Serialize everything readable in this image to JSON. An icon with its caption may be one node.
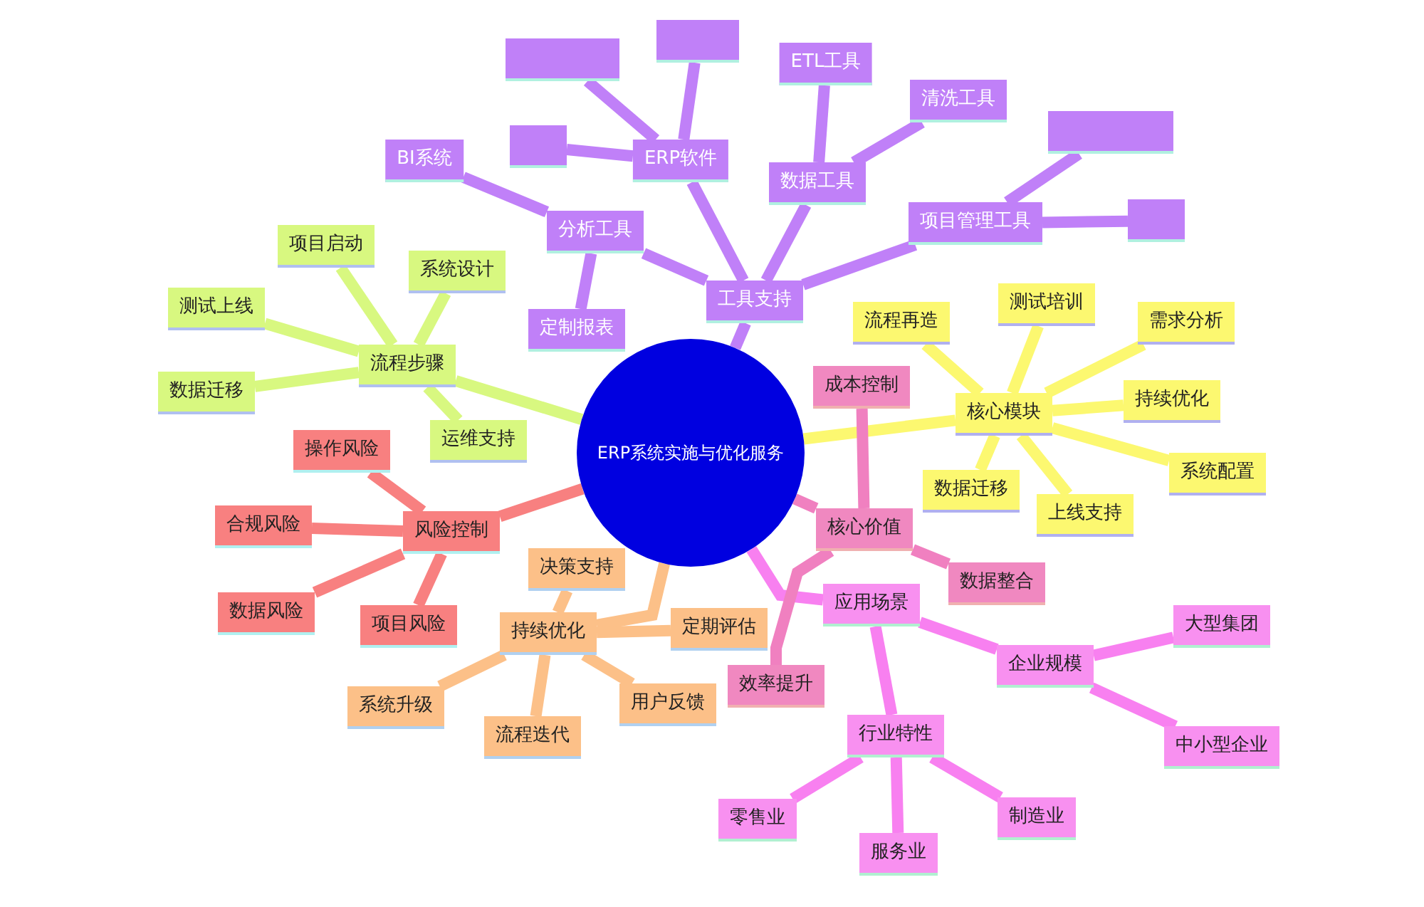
{
  "diagram": {
    "nodes": [
      {
        "text": [
          "ERP系统实施与优化服务"
        ]
      },
      {
        "text": [
          "工具支持"
        ]
      },
      {
        "text": [
          "分析工具"
        ]
      },
      {
        "text": [
          "BI系统"
        ]
      },
      {
        "text": [
          "定制报表"
        ]
      },
      {
        "text": [
          "ERP软件"
        ]
      },
      {
        "text": [],
        "shape": "box"
      },
      {
        "text": [],
        "shape": "box"
      },
      {
        "text": [],
        "shape": "box"
      },
      {
        "text": [
          "数据工具"
        ]
      },
      {
        "text": [
          "ETL工具"
        ]
      },
      {
        "text": [
          "清洗工具"
        ]
      },
      {
        "text": [
          "项目管理工具"
        ]
      },
      {
        "text": [],
        "shape": "box"
      },
      {
        "text": [],
        "shape": "box"
      },
      {
        "text": [
          "流程步骤"
        ]
      },
      {
        "text": [
          "项目启动"
        ]
      },
      {
        "text": [
          "系统设计"
        ]
      },
      {
        "text": [
          "测试上线"
        ]
      },
      {
        "text": [
          "数据迁移"
        ]
      },
      {
        "text": [
          "运维支持"
        ]
      },
      {
        "text": [
          "核心模块"
        ]
      },
      {
        "text": [
          "流程再造"
        ]
      },
      {
        "text": [
          "测试培训"
        ]
      },
      {
        "text": [
          "需求分析"
        ]
      },
      {
        "text": [
          "持续优化"
        ]
      },
      {
        "text": [
          "系统配置"
        ]
      },
      {
        "text": [
          "数据迁移"
        ]
      },
      {
        "text": [
          "上线支持"
        ]
      },
      {
        "text": [
          "风险控制"
        ]
      },
      {
        "text": [
          "操作风险"
        ]
      },
      {
        "text": [
          "合规风险"
        ]
      },
      {
        "text": [
          "数据风险"
        ]
      },
      {
        "text": [
          "项目风险"
        ]
      },
      {
        "text": [
          "持续优化"
        ]
      },
      {
        "text": [
          "决策支持"
        ]
      },
      {
        "text": [
          "定期评估"
        ]
      },
      {
        "text": [
          "系统升级"
        ]
      },
      {
        "text": [
          "流程迭代"
        ]
      },
      {
        "text": [
          "用户反馈"
        ]
      },
      {
        "text": [
          "核心价值"
        ]
      },
      {
        "text": [
          "成本控制"
        ]
      },
      {
        "text": [
          "数据整合"
        ]
      },
      {
        "text": [
          "应用场景"
        ]
      },
      {
        "text": [
          "效率提升"
        ]
      },
      {
        "text": [
          "企业规模"
        ]
      },
      {
        "text": [
          "大型集团"
        ]
      },
      {
        "text": [
          "中小型企业"
        ]
      },
      {
        "text": [
          "行业特性"
        ]
      },
      {
        "text": [
          "零售业"
        ]
      },
      {
        "text": [
          "服务业"
        ]
      },
      {
        "text": [
          "制造业"
        ]
      }
    ],
    "edges": [
      {
        "from": 0,
        "to": 1,
        "arrow": "none",
        "color": "#c080f8"
      },
      {
        "from": 1,
        "to": 2,
        "arrow": "none",
        "color": "#c080f8"
      },
      {
        "from": 2,
        "to": 3,
        "arrow": "none",
        "color": "#c080f8"
      },
      {
        "from": 2,
        "to": 4,
        "arrow": "none",
        "color": "#c080f8"
      },
      {
        "from": 1,
        "to": 5,
        "arrow": "none",
        "color": "#c080f8"
      },
      {
        "from": 5,
        "to": 6,
        "arrow": "none",
        "color": "#c080f8"
      },
      {
        "from": 5,
        "to": 7,
        "arrow": "none",
        "color": "#c080f8"
      },
      {
        "from": 5,
        "to": 8,
        "arrow": "none",
        "color": "#c080f8"
      },
      {
        "from": 1,
        "to": 9,
        "arrow": "none",
        "color": "#c080f8"
      },
      {
        "from": 9,
        "to": 10,
        "arrow": "none",
        "color": "#c080f8"
      },
      {
        "from": 9,
        "to": 11,
        "arrow": "none",
        "color": "#c080f8"
      },
      {
        "from": 1,
        "to": 12,
        "arrow": "none",
        "color": "#c080f8"
      },
      {
        "from": 12,
        "to": 13,
        "arrow": "none",
        "color": "#c080f8"
      },
      {
        "from": 12,
        "to": 14,
        "arrow": "none",
        "color": "#c080f8"
      },
      {
        "from": 0,
        "to": 15,
        "arrow": "none",
        "color": "#d8f880"
      },
      {
        "from": 15,
        "to": 16,
        "arrow": "none",
        "color": "#d8f880"
      },
      {
        "from": 15,
        "to": 17,
        "arrow": "none",
        "color": "#d8f880"
      },
      {
        "from": 15,
        "to": 18,
        "arrow": "none",
        "color": "#d8f880"
      },
      {
        "from": 15,
        "to": 19,
        "arrow": "none",
        "color": "#d8f880"
      },
      {
        "from": 15,
        "to": 20,
        "arrow": "none",
        "color": "#d8f880"
      },
      {
        "from": 0,
        "to": 21,
        "arrow": "none",
        "color": "#fcf870"
      },
      {
        "from": 21,
        "to": 22,
        "arrow": "none",
        "color": "#fcf870"
      },
      {
        "from": 21,
        "to": 23,
        "arrow": "none",
        "color": "#fcf870"
      },
      {
        "from": 21,
        "to": 24,
        "arrow": "none",
        "color": "#fcf870"
      },
      {
        "from": 21,
        "to": 25,
        "arrow": "none",
        "color": "#fcf870"
      },
      {
        "from": 21,
        "to": 26,
        "arrow": "none",
        "color": "#fcf870"
      },
      {
        "from": 21,
        "to": 27,
        "arrow": "none",
        "color": "#fcf870"
      },
      {
        "from": 21,
        "to": 28,
        "arrow": "none",
        "color": "#fcf870"
      },
      {
        "from": 0,
        "to": 29,
        "arrow": "none",
        "color": "#f88080"
      },
      {
        "from": 29,
        "to": 30,
        "arrow": "none",
        "color": "#f88080"
      },
      {
        "from": 29,
        "to": 31,
        "arrow": "none",
        "color": "#f88080"
      },
      {
        "from": 29,
        "to": 32,
        "arrow": "none",
        "color": "#f88080"
      },
      {
        "from": 29,
        "to": 33,
        "arrow": "none",
        "color": "#f88080"
      },
      {
        "from": 0,
        "to": 34,
        "arrow": "none",
        "color": "#fcc088"
      },
      {
        "from": 34,
        "to": 35,
        "arrow": "none",
        "color": "#fcc088"
      },
      {
        "from": 34,
        "to": 36,
        "arrow": "none",
        "color": "#fcc088"
      },
      {
        "from": 34,
        "to": 37,
        "arrow": "none",
        "color": "#fcc088"
      },
      {
        "from": 34,
        "to": 38,
        "arrow": "none",
        "color": "#fcc088"
      },
      {
        "from": 34,
        "to": 39,
        "arrow": "none",
        "color": "#fcc088"
      },
      {
        "from": 0,
        "to": 40,
        "arrow": "none",
        "color": "#f080c0"
      },
      {
        "from": 40,
        "to": 41,
        "arrow": "none",
        "color": "#f080c0"
      },
      {
        "from": 40,
        "to": 42,
        "arrow": "none",
        "color": "#f080c0"
      },
      {
        "from": 0,
        "to": 43,
        "arrow": "none",
        "color": "#f880f0"
      },
      {
        "from": 40,
        "to": 44,
        "arrow": "none",
        "color": "#f080c0"
      },
      {
        "from": 43,
        "to": 45,
        "arrow": "none",
        "color": "#f880f0"
      },
      {
        "from": 45,
        "to": 46,
        "arrow": "none",
        "color": "#f880f0"
      },
      {
        "from": 45,
        "to": 47,
        "arrow": "none",
        "color": "#f880f0"
      },
      {
        "from": 43,
        "to": 48,
        "arrow": "none",
        "color": "#f880f0"
      },
      {
        "from": 48,
        "to": 49,
        "arrow": "none",
        "color": "#f880f0"
      },
      {
        "from": 48,
        "to": 50,
        "arrow": "none",
        "color": "#f880f0"
      },
      {
        "from": 48,
        "to": 51,
        "arrow": "none",
        "color": "#f880f0"
      }
    ]
  }
}
